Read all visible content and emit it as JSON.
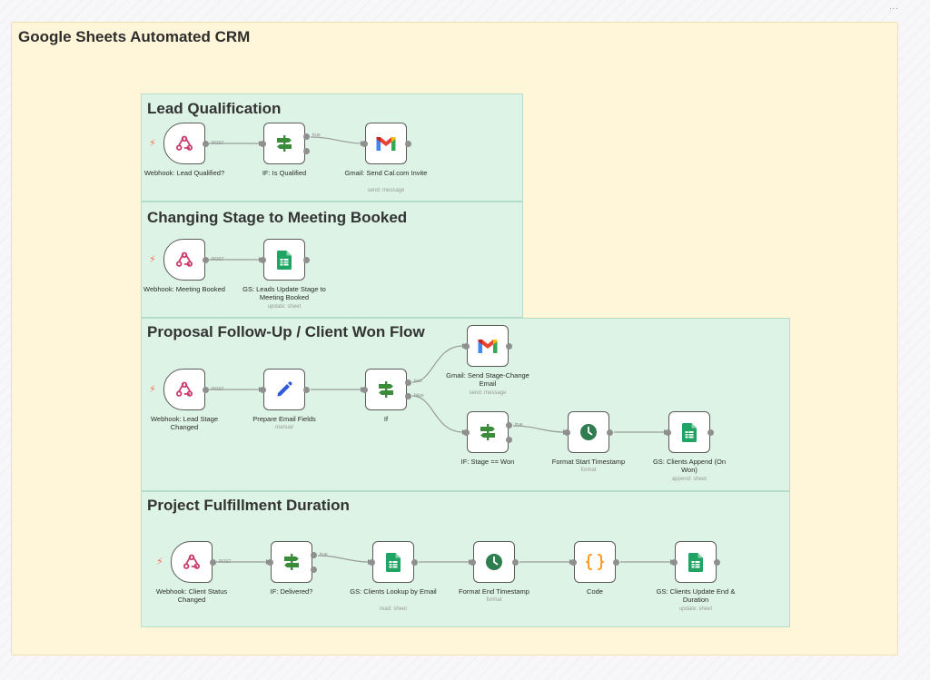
{
  "canvas": {
    "menu_dots": "···"
  },
  "sticky": {
    "title": "Google Sheets Automated CRM",
    "color": "#fff6d9"
  },
  "groups": {
    "lead_qualification": "Lead Qualification",
    "meeting_booked": "Changing Stage to Meeting Booked",
    "proposal": "Proposal Follow-Up / Client Won Flow",
    "fulfillment": "Project Fulfillment Duration"
  },
  "nodes": {
    "webhook_lead_qualified": {
      "label": "Webhook: Lead Qualified?",
      "icon": "webhook-icon"
    },
    "if_is_qualified": {
      "label": "IF: Is Qualified",
      "icon": "signpost-icon"
    },
    "gmail_send_cal": {
      "label": "Gmail: Send Cal.com Invite",
      "subtitle": "send: message",
      "icon": "gmail-icon"
    },
    "webhook_meeting_booked": {
      "label": "Webhook: Meeting Booked",
      "icon": "webhook-icon"
    },
    "gs_leads_update": {
      "label": "GS: Leads Update Stage to Meeting Booked",
      "subtitle": "update: sheet",
      "icon": "google-sheets-icon"
    },
    "webhook_lead_stage_changed": {
      "label": "Webhook: Lead Stage Changed",
      "icon": "webhook-icon"
    },
    "prepare_email_fields": {
      "label": "Prepare Email Fields",
      "subtitle": "manual",
      "icon": "pencil-icon"
    },
    "if_node": {
      "label": "If",
      "icon": "signpost-icon"
    },
    "gmail_stage_change": {
      "label": "Gmail: Send Stage-Change Email",
      "subtitle": "send: message",
      "icon": "gmail-icon"
    },
    "if_stage_won": {
      "label": "IF: Stage == Won",
      "icon": "signpost-icon"
    },
    "format_start": {
      "label": "Format Start Timestamp",
      "subtitle": "format",
      "icon": "clock-icon"
    },
    "gs_clients_append": {
      "label": "GS: Clients Append (On Won)",
      "subtitle": "append: sheet",
      "icon": "google-sheets-icon"
    },
    "webhook_client_status": {
      "label": "Webhook: Client Status Changed",
      "icon": "webhook-icon"
    },
    "if_delivered": {
      "label": "IF: Delivered?",
      "icon": "signpost-icon"
    },
    "gs_clients_lookup": {
      "label": "GS: Clients Lookup by Email",
      "subtitle": "read: sheet",
      "icon": "google-sheets-icon"
    },
    "format_end": {
      "label": "Format End Timestamp",
      "subtitle": "format",
      "icon": "clock-icon"
    },
    "code": {
      "label": "Code",
      "icon": "code-braces-icon"
    },
    "gs_clients_update_end": {
      "label": "GS: Clients Update End & Duration",
      "subtitle": "update: sheet",
      "icon": "google-sheets-icon"
    }
  },
  "edge_labels": {
    "post": "POST",
    "true": "true",
    "false": "false"
  },
  "colors": {
    "group_fill": "#dcf3e5",
    "group_border": "#b6dec6",
    "webhook": "#c93b6b",
    "switch": "#3a8b3a",
    "sheets": "#1fa463",
    "pencil": "#2f5bd8",
    "clock": "#2e7d4f",
    "code": "#ff9a1f",
    "trigger_bolt": "#ff6d4d"
  }
}
